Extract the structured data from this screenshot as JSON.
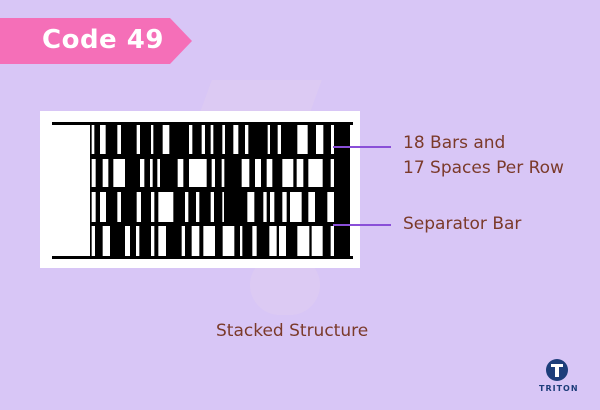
{
  "title": "Code 49",
  "labels": {
    "bars_spaces_line1": "18 Bars and",
    "bars_spaces_line2": "17 Spaces Per Row",
    "separator": "Separator Bar",
    "caption": "Stacked Structure"
  },
  "logo": {
    "name": "TRITON"
  },
  "colors": {
    "background": "#d8c6f6",
    "banner": "#f56fb8",
    "label_text": "#7b3a2a",
    "leader_line": "#8a4fd8",
    "logo": "#1d3d7a"
  },
  "barcode": {
    "rows": 4,
    "bars_per_row": 18,
    "spaces_per_row": 17
  }
}
